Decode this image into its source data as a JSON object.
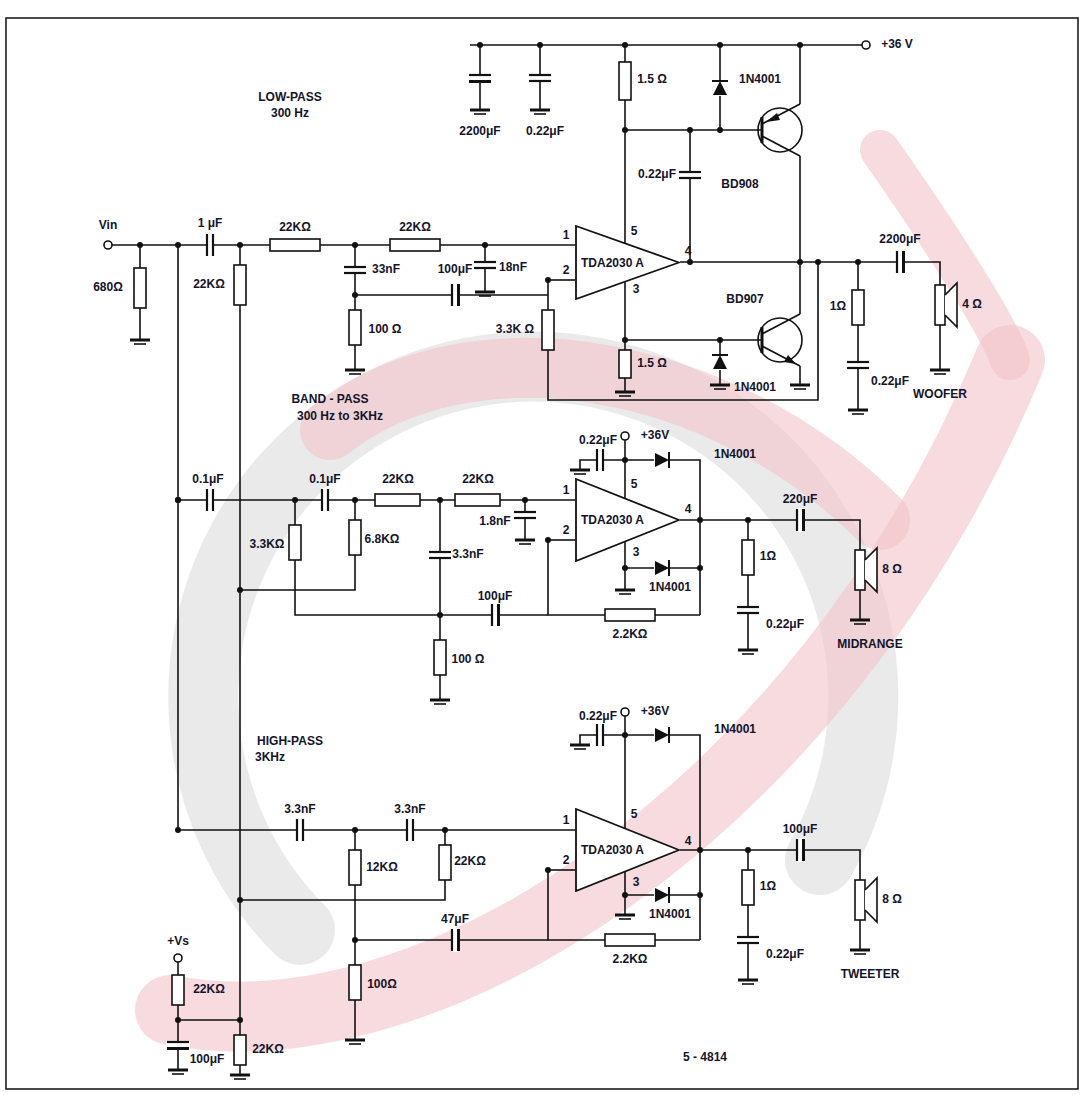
{
  "diagram": {
    "nodes": [
      {
        "text": [
          "TDA2030 A"
        ]
      },
      {
        "text": [
          "TDA2030 A"
        ]
      },
      {
        "text": [
          "TDA2030 A"
        ]
      }
    ],
    "labels": [
      "LOW-PASS",
      "300 Hz",
      "Vin",
      "680Ω",
      "1 μF",
      "22KΩ",
      "22KΩ",
      "22KΩ",
      "33nF",
      "18nF",
      "100 Ω",
      "100μF",
      "3.3K Ω",
      "2200μF",
      "0.22μF",
      "+36 V",
      "1.5 Ω",
      "1N4001",
      "0.22μF",
      "BD908",
      "1",
      "2",
      "5",
      "3",
      "4",
      "BD907",
      "1.5 Ω",
      "1N4001",
      "2200μF",
      "4 Ω",
      "WOOFER",
      "1Ω",
      "0.22μF",
      "BAND - PASS",
      "300 Hz to 3KHz",
      "+36V",
      "0.22μF",
      "1N4001",
      "0.1μF",
      "0.1μF",
      "22KΩ",
      "22KΩ",
      "1.8nF",
      "3.3KΩ",
      "6.8KΩ",
      "3.3nF",
      "100 Ω",
      "100μF",
      "2.2KΩ",
      "1",
      "2",
      "5",
      "3",
      "4",
      "1N4001",
      "220μF",
      "8 Ω",
      "MIDRANGE",
      "1Ω",
      "0.22μF",
      "HIGH-PASS",
      "3KHz",
      "+36V",
      "0.22μF",
      "1N4001",
      "3.3nF",
      "3.3nF",
      "12KΩ",
      "22KΩ",
      "47μF",
      "100Ω",
      "2.2KΩ",
      "1",
      "2",
      "5",
      "3",
      "4",
      "1N4001",
      "100μF",
      "8 Ω",
      "TWEETER",
      "1Ω",
      "0.22μF",
      "+Vs",
      "22KΩ",
      "100μF",
      "22KΩ",
      "5 - 4814"
    ]
  }
}
